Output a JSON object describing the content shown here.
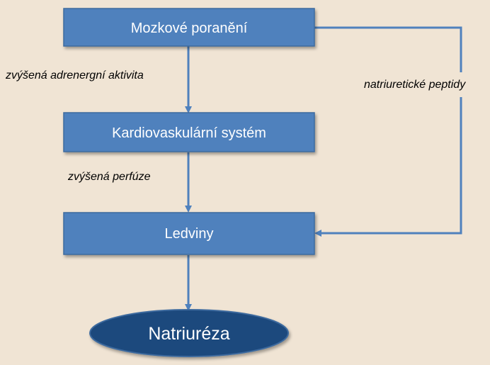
{
  "nodes": {
    "brain_injury": {
      "label": "Mozkové poranění"
    },
    "cardiovascular": {
      "label": "Kardiovaskulární systém"
    },
    "kidneys": {
      "label": "Ledviny"
    },
    "natriuresis": {
      "label": "Natriuréza"
    }
  },
  "edges": {
    "adrenergic": {
      "label": "zvýšená adrenergní aktivita"
    },
    "perfusion": {
      "label": "zvýšená perfúze"
    },
    "peptides": {
      "label": "natriuretické peptidy"
    }
  },
  "colors": {
    "background": "#f0e4d4",
    "box_fill": "#4f81bd",
    "box_border": "#3d6a9e",
    "ellipse_fill": "#1f497d",
    "connector": "#4f81bd"
  }
}
